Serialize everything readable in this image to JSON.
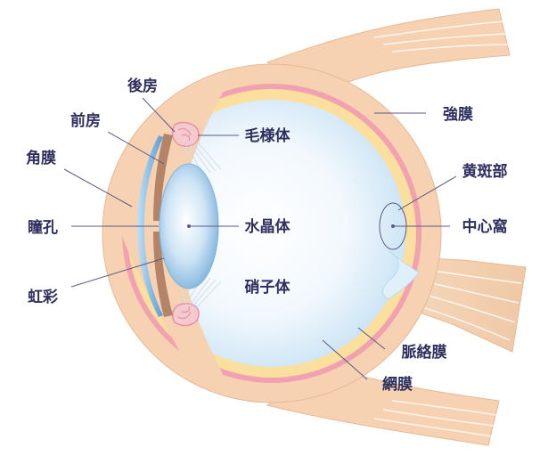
{
  "labels": {
    "posterior_chamber": "後房",
    "anterior_chamber": "前房",
    "cornea": "角膜",
    "pupil": "瞳孔",
    "iris": "虹彩",
    "ciliary_body": "毛様体",
    "lens": "水晶体",
    "vitreous_body": "硝子体",
    "sclera": "強膜",
    "macula": "黄斑部",
    "fovea": "中心窩",
    "choroid": "脈絡膜",
    "retina": "網膜"
  },
  "colors": {
    "outer_tissue": "#f6d2b2",
    "outer_stroke": "#e8b893",
    "choroid_band": "#f2a1b1",
    "retina_band": "#fbdf9e",
    "vitreous_light": "#ffffff",
    "vitreous_dark": "#c8e3f5",
    "lens": "#8cc1e4",
    "cornea": "#6ea8d8",
    "iris": "#b48468",
    "optic_nerve": "#f2d0b2",
    "label_text": "#2f2f60",
    "leader_line": "#5a5a86"
  }
}
